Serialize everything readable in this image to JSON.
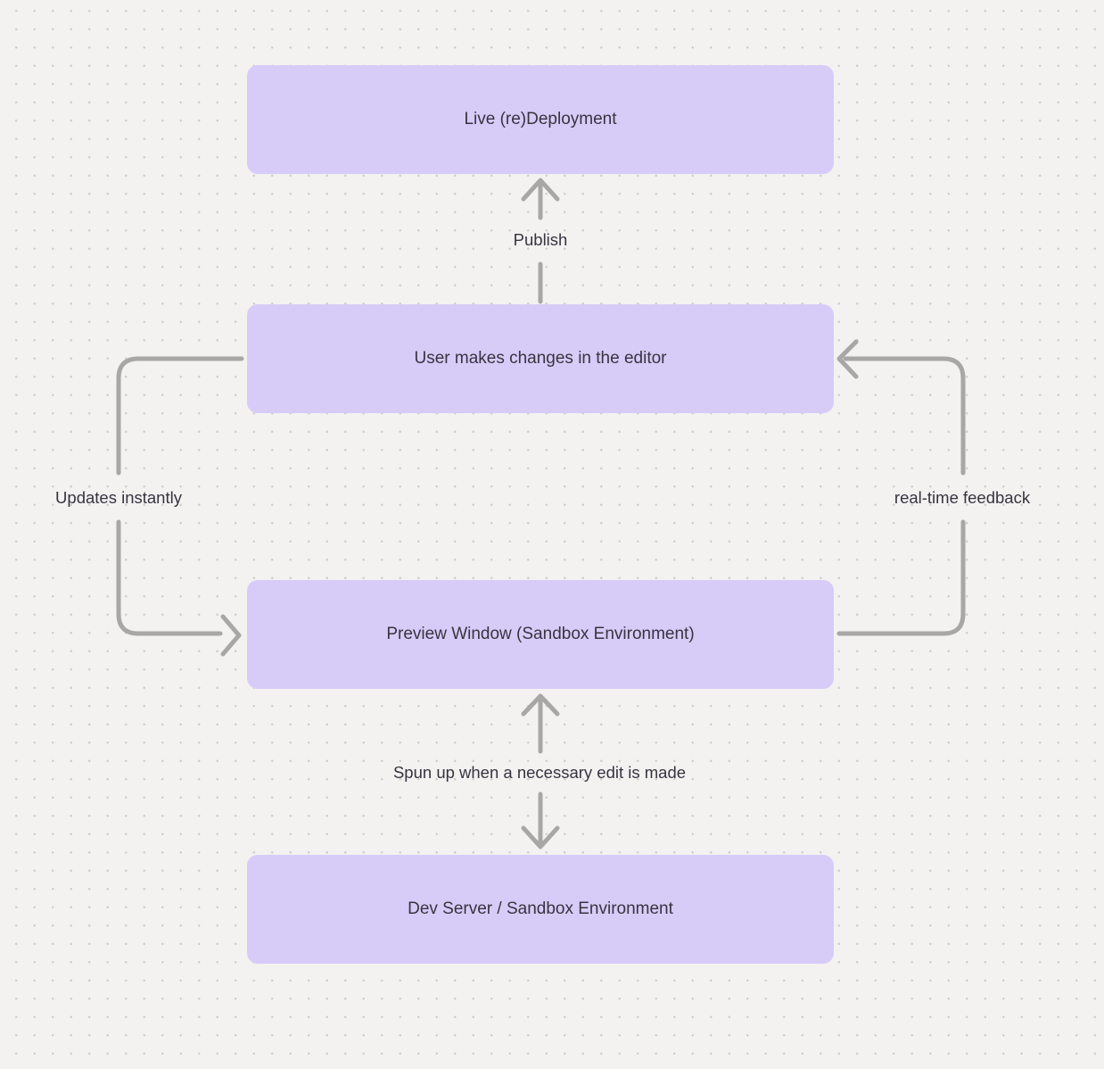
{
  "diagram": {
    "nodes": [
      {
        "id": "live-deployment",
        "label": "Live (re)Deployment"
      },
      {
        "id": "user-editor",
        "label": "User makes changes in the editor"
      },
      {
        "id": "preview-window",
        "label": "Preview Window (Sandbox Environment)"
      },
      {
        "id": "dev-server",
        "label": "Dev Server / Sandbox Environment"
      }
    ],
    "edges": [
      {
        "from": "user-editor",
        "to": "live-deployment",
        "label": "Publish",
        "style": "straight-up-arrow"
      },
      {
        "from": "user-editor",
        "to": "preview-window",
        "label": "Updates instantly",
        "style": "curved-left-arrow"
      },
      {
        "from": "preview-window",
        "to": "user-editor",
        "label": "real-time feedback",
        "style": "curved-right-arrow"
      },
      {
        "from": "preview-window",
        "to": "dev-server",
        "label": "Spun up when a necessary edit is made",
        "style": "double-headed-vertical-arrow"
      }
    ]
  },
  "theme": {
    "background": "#f3f2f1",
    "dot_color": "#d0cecc",
    "node_fill": "#d7ccf8",
    "node_text": "#38343f",
    "arrow_color": "#a8a7a5"
  }
}
